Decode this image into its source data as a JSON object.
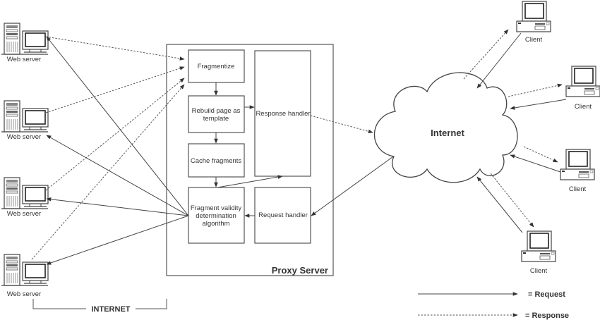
{
  "web_servers": {
    "label": "Web server",
    "count": 4
  },
  "internet_bracket": {
    "label": "INTERNET"
  },
  "proxy": {
    "title": "Proxy Server",
    "blocks": {
      "fragmentize": [
        "Fragmentize"
      ],
      "rebuild": [
        "Rebuild page as",
        "template"
      ],
      "cache": [
        "Cache fragments"
      ],
      "validity": [
        "Fragment validity",
        "determination",
        "algorithm"
      ],
      "response_handler": [
        "Response handler"
      ],
      "request_handler": [
        "Request handler"
      ]
    }
  },
  "cloud": {
    "label": "Internet"
  },
  "clients": {
    "label": "Client",
    "count": 4
  },
  "legend": {
    "request": "= Request",
    "response": "= Response"
  },
  "colors": {
    "line": "#444444",
    "box_stroke": "#555555",
    "text": "#333333"
  }
}
